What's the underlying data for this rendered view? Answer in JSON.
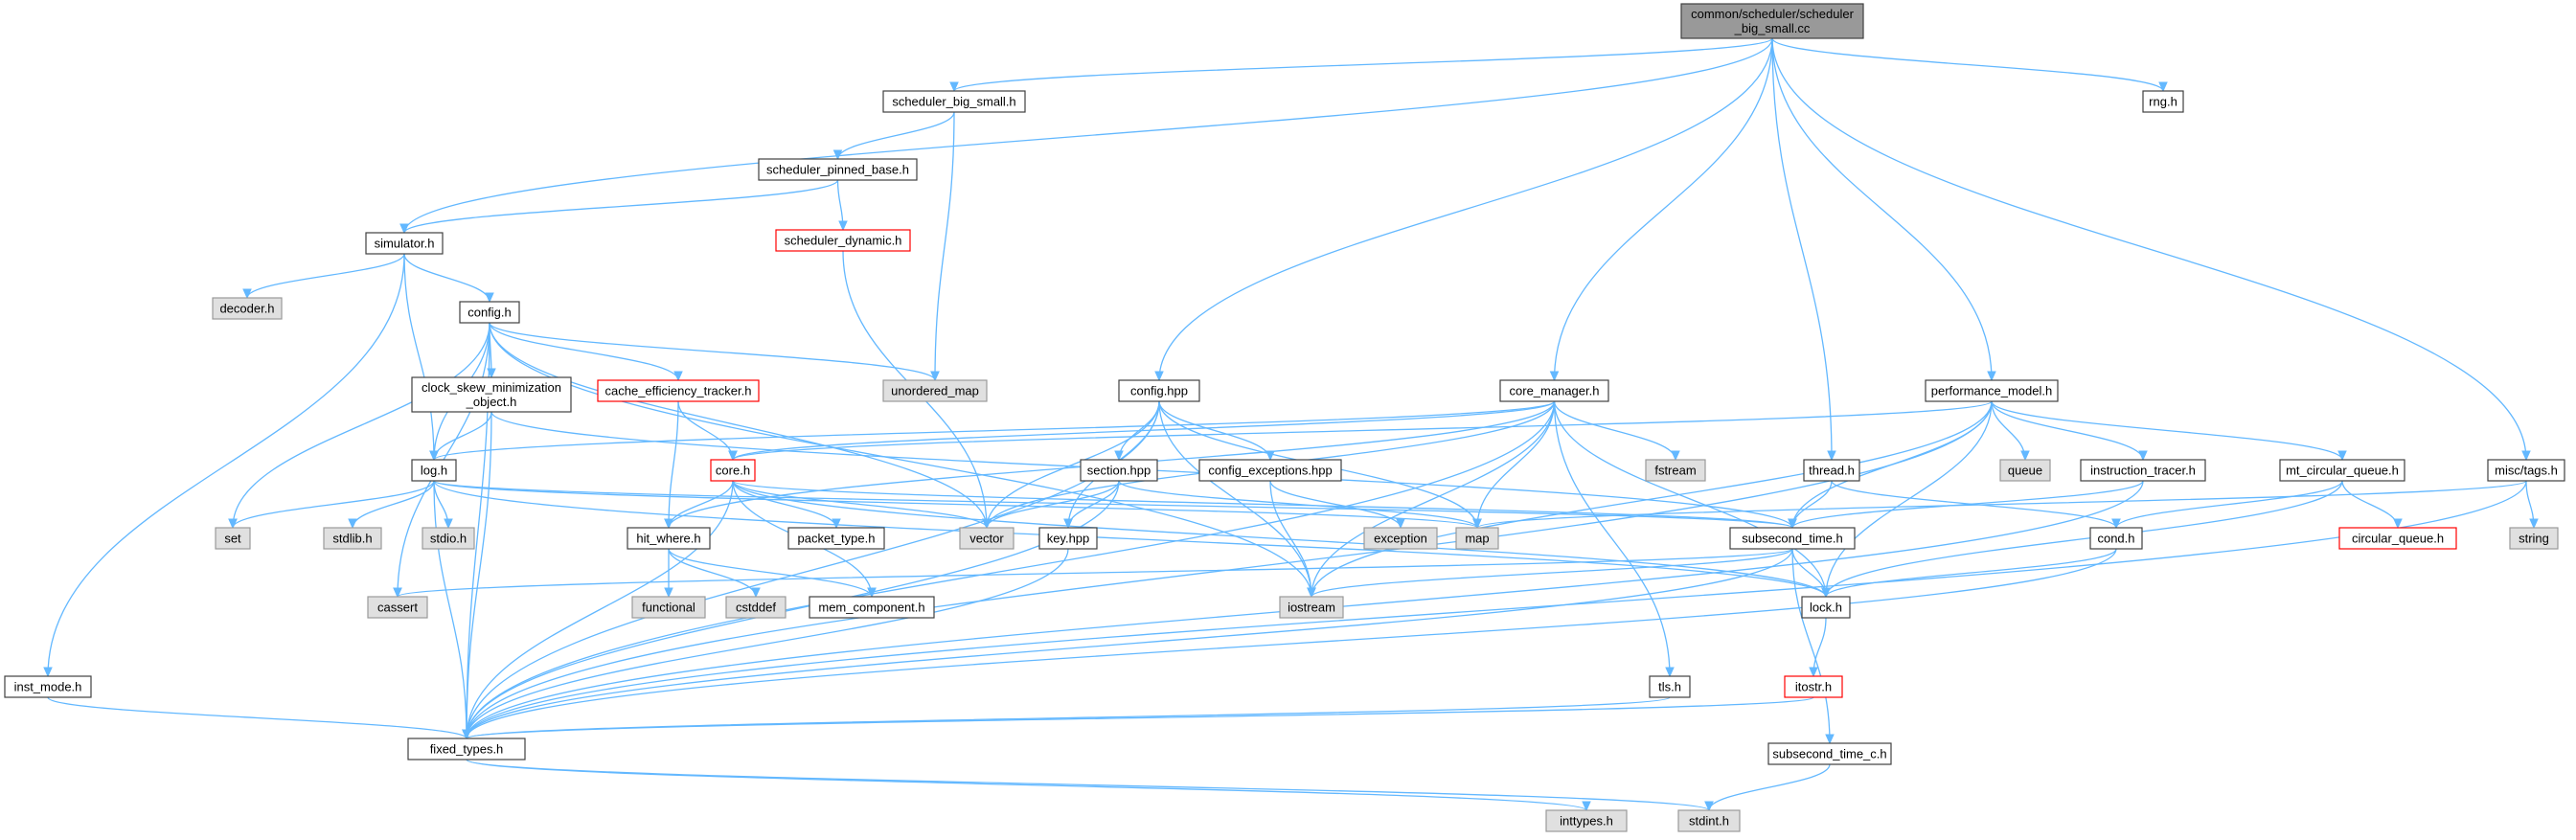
{
  "colors": {
    "edge": "#63b8ff",
    "root_fill": "#999999",
    "file_fill": "#ffffff",
    "system_fill": "#e0e0e0",
    "truncated_border": "#ff0000",
    "default_border": "#404040",
    "system_border": "#999999"
  },
  "nodes": [
    {
      "id": "root",
      "label": [
        "common/scheduler/scheduler",
        "_big_small.cc"
      ],
      "kind": "root"
    },
    {
      "id": "scheduler_big_small_h",
      "label": [
        "scheduler_big_small.h"
      ],
      "kind": "file"
    },
    {
      "id": "rng_h",
      "label": [
        "rng.h"
      ],
      "kind": "file"
    },
    {
      "id": "scheduler_pinned_base_h",
      "label": [
        "scheduler_pinned_base.h"
      ],
      "kind": "file"
    },
    {
      "id": "scheduler_dynamic_h",
      "label": [
        "scheduler_dynamic.h"
      ],
      "kind": "truncated"
    },
    {
      "id": "simulator_h",
      "label": [
        "simulator.h"
      ],
      "kind": "file"
    },
    {
      "id": "decoder_h",
      "label": [
        "decoder.h"
      ],
      "kind": "system"
    },
    {
      "id": "config_h",
      "label": [
        "config.h"
      ],
      "kind": "file"
    },
    {
      "id": "unordered_map",
      "label": [
        "unordered_map"
      ],
      "kind": "system"
    },
    {
      "id": "clock_skew",
      "label": [
        "clock_skew_minimization",
        "_object.h"
      ],
      "kind": "file"
    },
    {
      "id": "cache_eff",
      "label": [
        "cache_efficiency_tracker.h"
      ],
      "kind": "truncated"
    },
    {
      "id": "config_hpp",
      "label": [
        "config.hpp"
      ],
      "kind": "file"
    },
    {
      "id": "core_manager_h",
      "label": [
        "core_manager.h"
      ],
      "kind": "file"
    },
    {
      "id": "performance_model_h",
      "label": [
        "performance_model.h"
      ],
      "kind": "file"
    },
    {
      "id": "thread_h",
      "label": [
        "thread.h"
      ],
      "kind": "file"
    },
    {
      "id": "misc_tags_h",
      "label": [
        "misc/tags.h"
      ],
      "kind": "file"
    },
    {
      "id": "log_h",
      "label": [
        "log.h"
      ],
      "kind": "file"
    },
    {
      "id": "core_h",
      "label": [
        "core.h"
      ],
      "kind": "truncated"
    },
    {
      "id": "section_hpp",
      "label": [
        "section.hpp"
      ],
      "kind": "file"
    },
    {
      "id": "config_exceptions_hpp",
      "label": [
        "config_exceptions.hpp"
      ],
      "kind": "file"
    },
    {
      "id": "fstream",
      "label": [
        "fstream"
      ],
      "kind": "system"
    },
    {
      "id": "instruction_tracer_h",
      "label": [
        "instruction_tracer.h"
      ],
      "kind": "file"
    },
    {
      "id": "queue",
      "label": [
        "queue"
      ],
      "kind": "system"
    },
    {
      "id": "mt_circular_queue_h",
      "label": [
        "mt_circular_queue.h"
      ],
      "kind": "file"
    },
    {
      "id": "set",
      "label": [
        "set"
      ],
      "kind": "system"
    },
    {
      "id": "stdlib_h",
      "label": [
        "stdlib.h"
      ],
      "kind": "system"
    },
    {
      "id": "stdio_h",
      "label": [
        "stdio.h"
      ],
      "kind": "system"
    },
    {
      "id": "vector",
      "label": [
        "vector"
      ],
      "kind": "system"
    },
    {
      "id": "hit_where_h",
      "label": [
        "hit_where.h"
      ],
      "kind": "file"
    },
    {
      "id": "packet_type_h",
      "label": [
        "packet_type.h"
      ],
      "kind": "file"
    },
    {
      "id": "key_hpp",
      "label": [
        "key.hpp"
      ],
      "kind": "file"
    },
    {
      "id": "exception",
      "label": [
        "exception"
      ],
      "kind": "system"
    },
    {
      "id": "map",
      "label": [
        "map"
      ],
      "kind": "system"
    },
    {
      "id": "subsecond_time_h",
      "label": [
        "subsecond_time.h"
      ],
      "kind": "file"
    },
    {
      "id": "cond_h",
      "label": [
        "cond.h"
      ],
      "kind": "file"
    },
    {
      "id": "circular_queue_h",
      "label": [
        "circular_queue.h"
      ],
      "kind": "truncated"
    },
    {
      "id": "string",
      "label": [
        "string"
      ],
      "kind": "system"
    },
    {
      "id": "cassert",
      "label": [
        "cassert"
      ],
      "kind": "system"
    },
    {
      "id": "functional",
      "label": [
        "functional"
      ],
      "kind": "system"
    },
    {
      "id": "cstddef",
      "label": [
        "cstddef"
      ],
      "kind": "system"
    },
    {
      "id": "mem_component_h",
      "label": [
        "mem_component.h"
      ],
      "kind": "file"
    },
    {
      "id": "iostream",
      "label": [
        "iostream"
      ],
      "kind": "system"
    },
    {
      "id": "lock_h",
      "label": [
        "lock.h"
      ],
      "kind": "file"
    },
    {
      "id": "inst_mode_h",
      "label": [
        "inst_mode.h"
      ],
      "kind": "file"
    },
    {
      "id": "tls_h",
      "label": [
        "tls.h"
      ],
      "kind": "file"
    },
    {
      "id": "itostr_h",
      "label": [
        "itostr.h"
      ],
      "kind": "truncated"
    },
    {
      "id": "fixed_types_h",
      "label": [
        "fixed_types.h"
      ],
      "kind": "file"
    },
    {
      "id": "subsecond_time_c_h",
      "label": [
        "subsecond_time_c.h"
      ],
      "kind": "file"
    },
    {
      "id": "inttypes_h",
      "label": [
        "inttypes.h"
      ],
      "kind": "system"
    },
    {
      "id": "stdint_h",
      "label": [
        "stdint.h"
      ],
      "kind": "system"
    }
  ],
  "edges": [
    [
      "root",
      "scheduler_big_small_h"
    ],
    [
      "root",
      "rng_h"
    ],
    [
      "root",
      "simulator_h"
    ],
    [
      "root",
      "config_hpp"
    ],
    [
      "root",
      "core_manager_h"
    ],
    [
      "root",
      "thread_h"
    ],
    [
      "root",
      "performance_model_h"
    ],
    [
      "root",
      "misc_tags_h"
    ],
    [
      "scheduler_big_small_h",
      "scheduler_pinned_base_h"
    ],
    [
      "scheduler_big_small_h",
      "unordered_map"
    ],
    [
      "scheduler_pinned_base_h",
      "simulator_h"
    ],
    [
      "scheduler_pinned_base_h",
      "scheduler_dynamic_h"
    ],
    [
      "scheduler_dynamic_h",
      "vector"
    ],
    [
      "simulator_h",
      "decoder_h"
    ],
    [
      "simulator_h",
      "config_h"
    ],
    [
      "simulator_h",
      "log_h"
    ],
    [
      "simulator_h",
      "inst_mode_h"
    ],
    [
      "config_h",
      "unordered_map"
    ],
    [
      "config_h",
      "clock_skew"
    ],
    [
      "config_h",
      "cache_eff"
    ],
    [
      "config_h",
      "log_h"
    ],
    [
      "config_h",
      "set"
    ],
    [
      "config_h",
      "cassert"
    ],
    [
      "config_h",
      "fixed_types_h"
    ],
    [
      "config_h",
      "vector"
    ],
    [
      "config_h",
      "iostream"
    ],
    [
      "clock_skew",
      "log_h"
    ],
    [
      "clock_skew",
      "subsecond_time_h"
    ],
    [
      "clock_skew",
      "fixed_types_h"
    ],
    [
      "cache_eff",
      "core_h"
    ],
    [
      "cache_eff",
      "hit_where_h"
    ],
    [
      "config_hpp",
      "section_hpp"
    ],
    [
      "config_hpp",
      "config_exceptions_hpp"
    ],
    [
      "config_hpp",
      "key_hpp"
    ],
    [
      "config_hpp",
      "vector"
    ],
    [
      "config_hpp",
      "map"
    ],
    [
      "config_hpp",
      "iostream"
    ],
    [
      "config_hpp",
      "fixed_types_h"
    ],
    [
      "core_manager_h",
      "fstream"
    ],
    [
      "core_manager_h",
      "map"
    ],
    [
      "core_manager_h",
      "iostream"
    ],
    [
      "core_manager_h",
      "vector"
    ],
    [
      "core_manager_h",
      "log_h"
    ],
    [
      "core_manager_h",
      "core_h"
    ],
    [
      "core_manager_h",
      "hit_where_h"
    ],
    [
      "core_manager_h",
      "tls_h"
    ],
    [
      "core_manager_h",
      "lock_h"
    ],
    [
      "core_manager_h",
      "fixed_types_h"
    ],
    [
      "performance_model_h",
      "queue"
    ],
    [
      "performance_model_h",
      "instruction_tracer_h"
    ],
    [
      "performance_model_h",
      "mt_circular_queue_h"
    ],
    [
      "performance_model_h",
      "subsecond_time_h"
    ],
    [
      "performance_model_h",
      "iostream"
    ],
    [
      "performance_model_h",
      "fixed_types_h"
    ],
    [
      "performance_model_h",
      "lock_h"
    ],
    [
      "performance_model_h",
      "core_h"
    ],
    [
      "thread_h",
      "cond_h"
    ],
    [
      "thread_h",
      "subsecond_time_h"
    ],
    [
      "misc_tags_h",
      "string"
    ],
    [
      "misc_tags_h",
      "map"
    ],
    [
      "misc_tags_h",
      "fixed_types_h"
    ],
    [
      "log_h",
      "set"
    ],
    [
      "log_h",
      "stdlib_h"
    ],
    [
      "log_h",
      "stdio_h"
    ],
    [
      "log_h",
      "map"
    ],
    [
      "log_h",
      "lock_h"
    ],
    [
      "log_h",
      "fixed_types_h"
    ],
    [
      "log_h",
      "subsecond_time_h"
    ],
    [
      "core_h",
      "hit_where_h"
    ],
    [
      "core_h",
      "packet_type_h"
    ],
    [
      "core_h",
      "mem_component_h"
    ],
    [
      "core_h",
      "vector"
    ],
    [
      "core_h",
      "subsecond_time_h"
    ],
    [
      "core_h",
      "fixed_types_h"
    ],
    [
      "core_h",
      "lock_h"
    ],
    [
      "section_hpp",
      "key_hpp"
    ],
    [
      "section_hpp",
      "map"
    ],
    [
      "section_hpp",
      "vector"
    ],
    [
      "section_hpp",
      "fixed_types_h"
    ],
    [
      "config_exceptions_hpp",
      "exception"
    ],
    [
      "config_exceptions_hpp",
      "iostream"
    ],
    [
      "instruction_tracer_h",
      "subsecond_time_h"
    ],
    [
      "instruction_tracer_h",
      "fixed_types_h"
    ],
    [
      "mt_circular_queue_h",
      "circular_queue_h"
    ],
    [
      "mt_circular_queue_h",
      "cond_h"
    ],
    [
      "mt_circular_queue_h",
      "lock_h"
    ],
    [
      "hit_where_h",
      "functional"
    ],
    [
      "hit_where_h",
      "cstddef"
    ],
    [
      "hit_where_h",
      "mem_component_h"
    ],
    [
      "key_hpp",
      "fixed_types_h"
    ],
    [
      "subsecond_time_h",
      "cassert"
    ],
    [
      "subsecond_time_h",
      "iostream"
    ],
    [
      "subsecond_time_h",
      "lock_h"
    ],
    [
      "subsecond_time_h",
      "fixed_types_h"
    ],
    [
      "subsecond_time_h",
      "subsecond_time_c_h"
    ],
    [
      "cond_h",
      "lock_h"
    ],
    [
      "cond_h",
      "fixed_types_h"
    ],
    [
      "lock_h",
      "itostr_h"
    ],
    [
      "itostr_h",
      "fixed_types_h"
    ],
    [
      "tls_h",
      "fixed_types_h"
    ],
    [
      "inst_mode_h",
      "fixed_types_h"
    ],
    [
      "fixed_types_h",
      "inttypes_h"
    ],
    [
      "fixed_types_h",
      "stdint_h"
    ],
    [
      "subsecond_time_c_h",
      "stdint_h"
    ]
  ]
}
